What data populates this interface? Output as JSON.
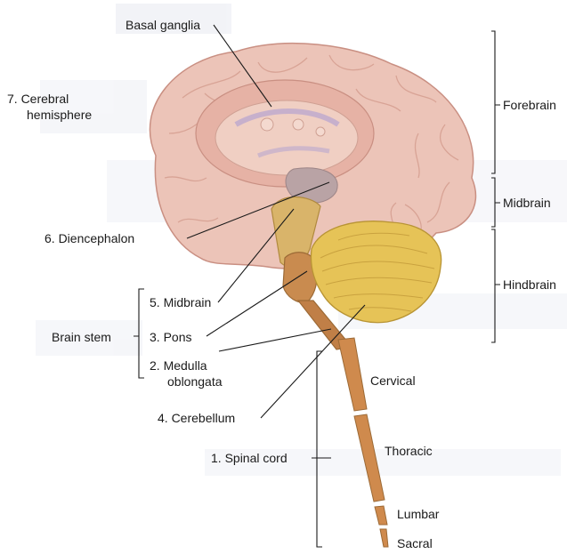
{
  "labels": {
    "basal_ganglia": "Basal ganglia",
    "cerebral_hemisphere_line1": "7. Cerebral",
    "cerebral_hemisphere_line2": "hemisphere",
    "diencephalon": "6. Diencephalon",
    "brain_stem": "Brain stem",
    "midbrain": "5. Midbrain",
    "pons": "3. Pons",
    "medulla_line1": "2. Medulla",
    "medulla_line2": "oblongata",
    "cerebellum": "4. Cerebellum",
    "spinal_cord": "1. Spinal cord"
  },
  "regions": {
    "forebrain": "Forebrain",
    "midbrain": "Midbrain",
    "hindbrain": "Hindbrain"
  },
  "spinal_segments": {
    "cervical": "Cervical",
    "thoracic": "Thoracic",
    "lumbar": "Lumbar",
    "sacral": "Sacral"
  },
  "colors": {
    "cerebrum": "#ecc4b8",
    "cerebrum_shade": "#d9a494",
    "basal_ganglia": "#b9a6cf",
    "brainstem": "#d9a44e",
    "cerebellum": "#e6c357",
    "spinal_cord": "#cf8a4d"
  }
}
